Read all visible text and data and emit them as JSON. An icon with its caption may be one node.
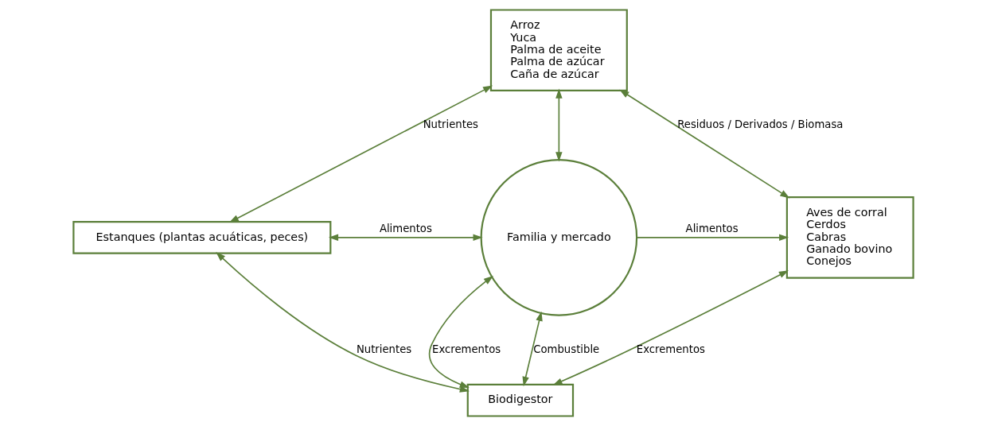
{
  "diagram": {
    "nodes": [
      {
        "text": [
          "Arroz",
          "Yuca",
          "Palma de aceite",
          "Palma de azúcar",
          "Caña de azúcar"
        ]
      },
      {
        "text": [
          "Estanques (plantas acuáticas, peces)"
        ]
      },
      {
        "text": [
          "Familia y mercado"
        ]
      },
      {
        "text": [
          "Aves de corral",
          "Cerdos",
          "Cabras",
          "Ganado bovino",
          "Conejos"
        ]
      },
      {
        "text": [
          "Biodigestor"
        ]
      }
    ],
    "edges": [
      {
        "from": 0,
        "to": 1,
        "arrow": "both",
        "label": "Nutrientes"
      },
      {
        "from": 0,
        "to": 3,
        "arrow": "both",
        "label": "Residuos / Derivados / Biomasa"
      },
      {
        "from": 0,
        "to": 2,
        "arrow": "both"
      },
      {
        "from": 1,
        "to": 2,
        "arrow": "both",
        "label": "Alimentos"
      },
      {
        "from": 2,
        "to": 3,
        "arrow": "to",
        "label": "Alimentos"
      },
      {
        "from": 2,
        "to": 4,
        "arrow": "both",
        "label": "Excrementos"
      },
      {
        "from": 2,
        "to": 4,
        "arrow": "both",
        "label": "Combustible"
      },
      {
        "from": 1,
        "to": 4,
        "arrow": "both",
        "label": "Nutrientes"
      },
      {
        "from": 3,
        "to": 4,
        "arrow": "both",
        "label": "Excrementos"
      }
    ]
  }
}
